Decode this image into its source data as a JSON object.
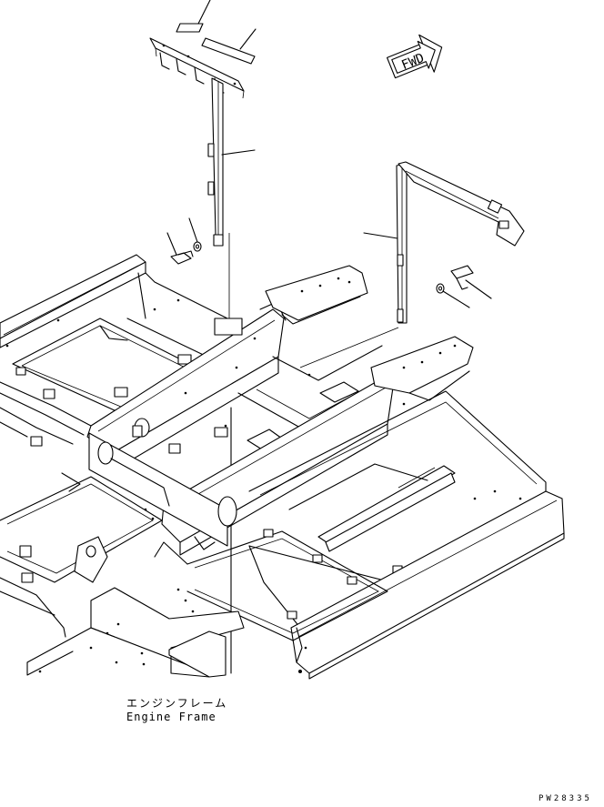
{
  "caption": {
    "japanese": "エンジンフレーム",
    "english": "Engine Frame"
  },
  "direction_marker": "FWD",
  "figure_id": "PW28335"
}
